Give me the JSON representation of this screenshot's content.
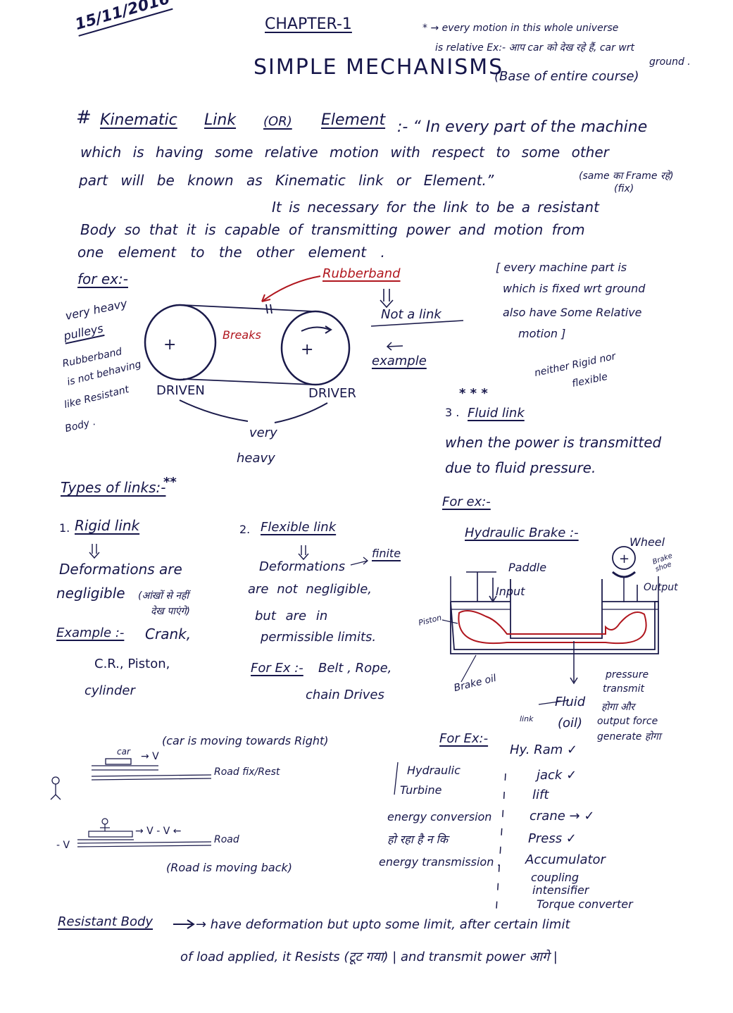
{
  "header": {
    "date": "15/11/2016",
    "chapter": "CHAPTER-1",
    "title": "SIMPLE MECHANISMS",
    "title_note": "(Base of entire course)",
    "side_note": [
      "* → every motion in this whole universe",
      "is relative  Ex:- आप car को देख रहे हैं, car wrt",
      "ground ."
    ]
  },
  "definition": {
    "heading_prefix": "#",
    "heading_words": [
      "Kinematic",
      "Link",
      "(OR)",
      "Element"
    ],
    "line1": ":- “ In every part of the machine",
    "line2": "which is having some relative motion with respect to some other",
    "line3": "part will be known as Kinematic link or Element.”",
    "frame_note": "(same का Frame रहे)",
    "fix_note": "(fix)",
    "resistant_line1": "It is necessary for the link to be a resistant",
    "resistant_line2": "Body so that it is capable of transmitting power and motion from",
    "resistant_line3": "one element to the other element ."
  },
  "example_block": {
    "for_ex": "for ex:-",
    "rubberband": "Rubberband",
    "not_a_link": "Not a link",
    "example": "example",
    "breaks": "Breaks",
    "left_notes": [
      "very heavy",
      "pulleys",
      "Rubberband",
      "is not behaving",
      "like Resistant",
      "Body ."
    ],
    "driven": "DRIVEN",
    "driver": "DRIVER",
    "very": "very",
    "heavy": "heavy",
    "bracket_note": [
      "[ every machine part is",
      "which is fixed wrt ground",
      "also have Some Relative",
      "motion ]"
    ]
  },
  "fluid": {
    "stars": "* * *",
    "neither": "neither Rigid nor",
    "flexible": "flexible",
    "heading_num": "3 .",
    "heading": "Fluid link",
    "line1": "when the power is transmitted",
    "line2": "due to fluid pressure.",
    "forex": "For ex:-",
    "brake": "Hydraulic Brake :-",
    "wheel": "Wheel",
    "brake_shoe": "Brake shoe",
    "paddle": "Paddle",
    "input": "Input",
    "output": "Output",
    "piston": "Piston",
    "brake_oil": "Brake oil",
    "pressure": [
      "pressure",
      "transmit"
    ],
    "fluid": "Fluid",
    "oil": "(oil)",
    "link": "link",
    "fluid_hindi": "होगा और",
    "output_force": [
      "output force",
      "generate होगा"
    ]
  },
  "types": {
    "heading": "Types of links:-",
    "stars": "**",
    "rigid_num": "1.",
    "rigid": "Rigid link",
    "rigid_lines": [
      "Deformations are",
      "negligible",
      "(आंखों से नहीं",
      "देख पाएंगे)"
    ],
    "example_label": "Example :-",
    "rigid_examples": [
      "Crank,",
      "C.R., Piston,",
      "cylinder"
    ],
    "flexible_num": "2.",
    "flexible": "Flexible link",
    "finite": "finite",
    "flexible_lines": [
      "Deformations",
      "are not negligible,",
      "but are in",
      "permissible limits."
    ],
    "forex_label": "For Ex :-",
    "flexible_examples": [
      "Belt , Rope,",
      "chain Drives"
    ]
  },
  "fluid_examples": {
    "forex": "For Ex:-",
    "left": [
      "Hydraulic",
      "Turbine",
      "energy conversion",
      "हो रहा है न कि",
      "energy transmission ."
    ],
    "right": [
      "Hy. Ram ✓",
      "jack ✓",
      "lift",
      "crane → ✓",
      "Press ✓",
      "Accumulator",
      "coupling",
      "intensifier",
      "Torque converter"
    ]
  },
  "relative": {
    "car": "car",
    "v": "→ V",
    "car_note": "(car is moving towards Right)",
    "road_fix": "Road fix/Rest",
    "man_v": "→ V    - V ←",
    "minus_v": "- V",
    "road": "Road",
    "road_back": "(Road is moving back)"
  },
  "footer": {
    "label": "Resistant Body",
    "line1": "→ have deformation but upto some limit, after certain limit",
    "line2": "of load applied, it Resists (टूट गया) | and transmit power आगे |"
  }
}
